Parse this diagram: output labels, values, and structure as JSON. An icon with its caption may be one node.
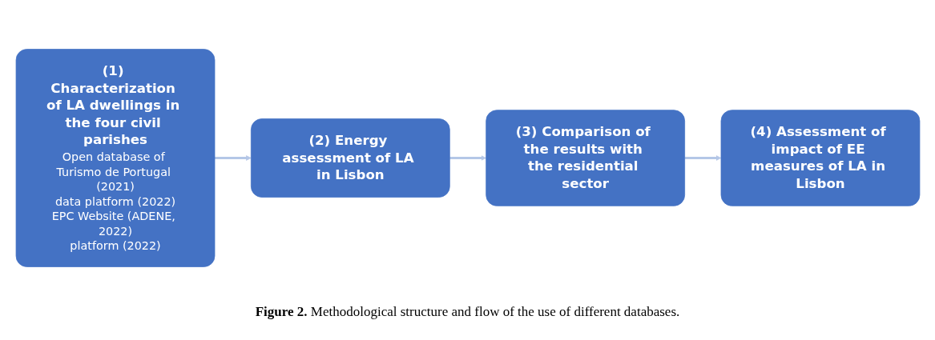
{
  "diagram": {
    "caption": "**Figure 2.** Methodological structure and flow of the use of different databases.",
    "nodes": [
      {
        "text": [
          "(1) Characterization of LA dwellings in the four civil parishes",
          "Open database of Turismo de Portugal (2021)",
          "data platform (2022)",
          "EPC Website (ADENE, 2022)",
          "platform (2022)"
        ]
      },
      {
        "text": [
          "(2) Energy assessment of LA in Lisbon"
        ]
      },
      {
        "text": [
          "(3) Comparison of the results with the residential sector"
        ]
      },
      {
        "text": [
          "(4) Assessment of impact of EE measures of LA in Lisbon"
        ]
      }
    ],
    "edges": [
      {
        "from": 0,
        "to": 1,
        "arrow": "to"
      },
      {
        "from": 1,
        "to": 2,
        "arrow": "to"
      },
      {
        "from": 2,
        "to": 3,
        "arrow": "to"
      }
    ]
  }
}
